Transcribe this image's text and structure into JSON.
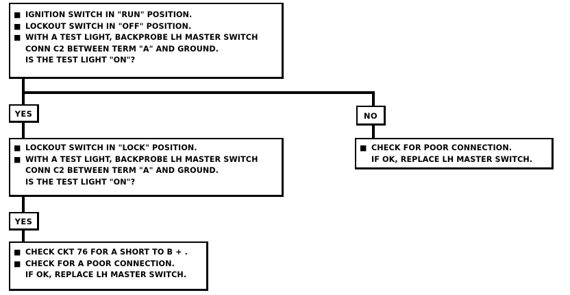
{
  "flowchart": {
    "step1": {
      "lines": [
        {
          "bullet": "■",
          "text": "IGNITION SWITCH IN \"RUN\" POSITION."
        },
        {
          "bullet": "■",
          "text": "LOCKOUT SWITCH IN \"OFF\" POSITION."
        },
        {
          "bullet": "■",
          "text": "WITH A TEST LIGHT, BACKPROBE LH MASTER SWITCH"
        },
        {
          "bullet": "",
          "text": "CONN C2 BETWEEN TERM \"A\" AND GROUND."
        },
        {
          "bullet": "",
          "text": "IS THE TEST LIGHT \"ON\"?"
        }
      ]
    },
    "yes1_label": "YES",
    "no1_label": "NO",
    "step2": {
      "lines": [
        {
          "bullet": "■",
          "text": "LOCKOUT SWITCH IN \"LOCK\" POSITION."
        },
        {
          "bullet": "■",
          "text": "WITH A TEST LIGHT, BACKPROBE LH MASTER SWITCH"
        },
        {
          "bullet": "",
          "text": "CONN C2 BETWEEN TERM \"A\" AND GROUND."
        },
        {
          "bullet": "",
          "text": "IS THE TEST LIGHT \"ON\"?"
        }
      ]
    },
    "no_result": {
      "lines": [
        {
          "bullet": "■",
          "text": "CHECK FOR POOR CONNECTION."
        },
        {
          "bullet": "",
          "text": "IF OK, REPLACE LH MASTER SWITCH."
        }
      ]
    },
    "yes2_label": "YES",
    "yes_result": {
      "lines": [
        {
          "bullet": "■",
          "text": "CHECK CKT 76 FOR A SHORT TO B + ."
        },
        {
          "bullet": "■",
          "text": "CHECK FOR A POOR CONNECTION."
        },
        {
          "bullet": "",
          "text": "IF OK, REPLACE LH MASTER SWITCH."
        }
      ]
    }
  }
}
